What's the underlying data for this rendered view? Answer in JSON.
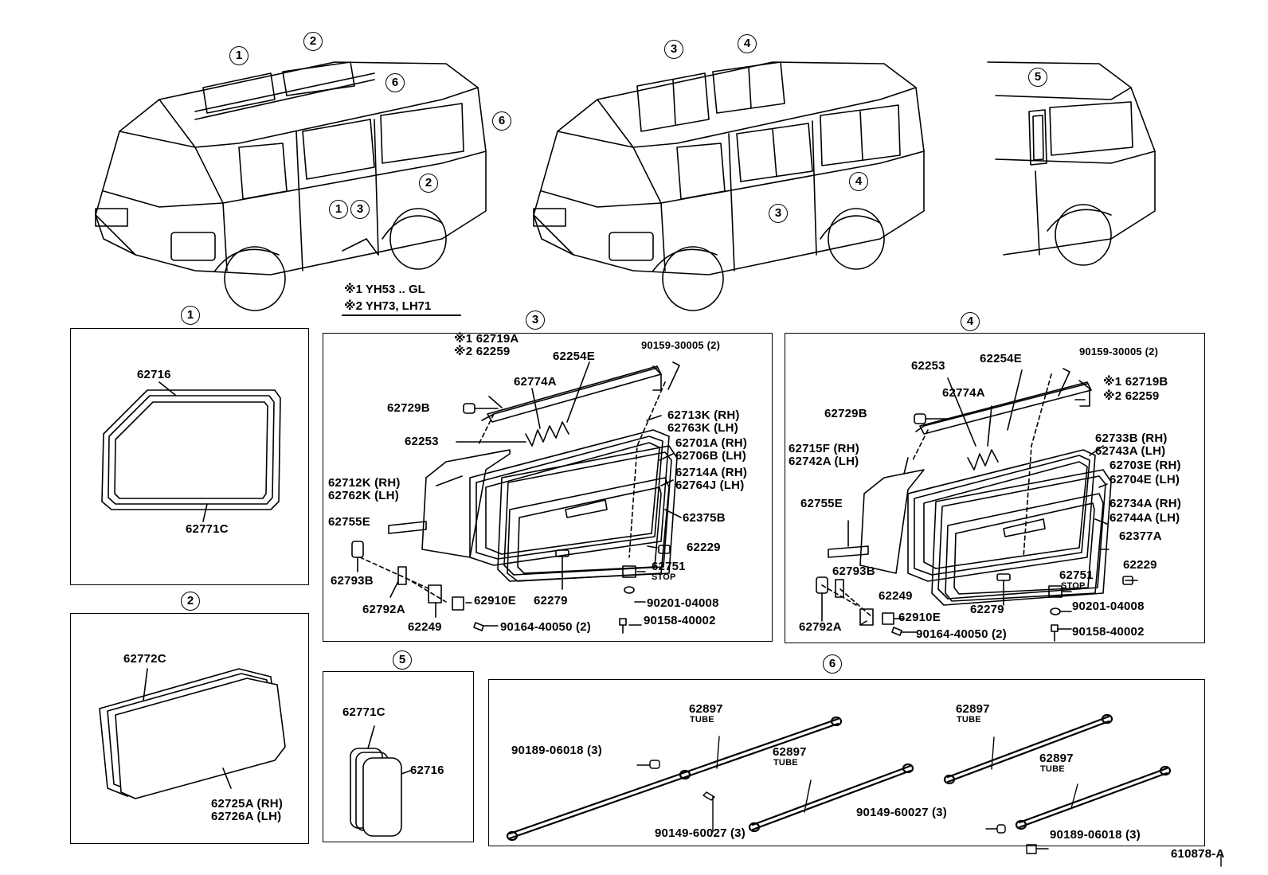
{
  "callouts": {
    "c1": "1",
    "c2": "2",
    "c3": "3",
    "c4": "4",
    "c5": "5",
    "c6": "6"
  },
  "notes": {
    "n1": "※1 YH53 .. GL",
    "n2": "※2 YH73, LH71"
  },
  "panel1": {
    "p1": "62716",
    "p2": "62771C"
  },
  "panel2": {
    "p1": "62772C",
    "p2": "62725A (RH)",
    "p3": "62726A (LH)"
  },
  "panel3": {
    "l01": "※1 62719A",
    "l02": "※2 62259",
    "l03": "62254E",
    "l04": "90159-30005 (2)",
    "l05": "62774A",
    "l06": "62729B",
    "l07": "62713K (RH)",
    "l08": "62763K (LH)",
    "l09": "62253",
    "l10": "62701A (RH)",
    "l11": "62706B (LH)",
    "l12": "62712K (RH)",
    "l13": "62762K (LH)",
    "l14": "62714A (RH)",
    "l15": "62764J (LH)",
    "l16": "62755E",
    "l17": "62375B",
    "l18": "62229",
    "l19": "62793B",
    "l20": "62751",
    "l21": "STOP",
    "l22": "62910E",
    "l23": "62279",
    "l24": "90201-04008",
    "l25": "62792A",
    "l26": "62249",
    "l27": "90164-40050 (2)",
    "l28": "90158-40002"
  },
  "panel4": {
    "l01": "62253",
    "l02": "62254E",
    "l03": "90159-30005 (2)",
    "l04": "※1 62719B",
    "l05": "※2 62259",
    "l06": "62774A",
    "l07": "62729B",
    "l08": "62733B (RH)",
    "l09": "62743A (LH)",
    "l10": "62715F (RH)",
    "l11": "62742A (LH)",
    "l12": "62703E (RH)",
    "l13": "62704E (LH)",
    "l14": "62755E",
    "l15": "62734A (RH)",
    "l16": "62744A (LH)",
    "l17": "62377A",
    "l18": "62793B",
    "l19": "62751",
    "l20": "STOP",
    "l21": "62229",
    "l22": "62249",
    "l23": "62279",
    "l24": "90201-04008",
    "l25": "62910E",
    "l26": "62792A",
    "l27": "90164-40050 (2)",
    "l28": "90158-40002"
  },
  "panel5": {
    "p1": "62771C",
    "p2": "62716"
  },
  "panel6": {
    "a": "62897",
    "at": "TUBE",
    "b": "62897",
    "bt": "TUBE",
    "c": "62897",
    "ct": "TUBE",
    "d": "62897",
    "dt": "TUBE",
    "e": "90189-06018 (3)",
    "f": "90149-60027 (3)",
    "g": "90149-60027 (3)",
    "h": "90189-06018 (3)"
  },
  "figure_id": "610878-A"
}
